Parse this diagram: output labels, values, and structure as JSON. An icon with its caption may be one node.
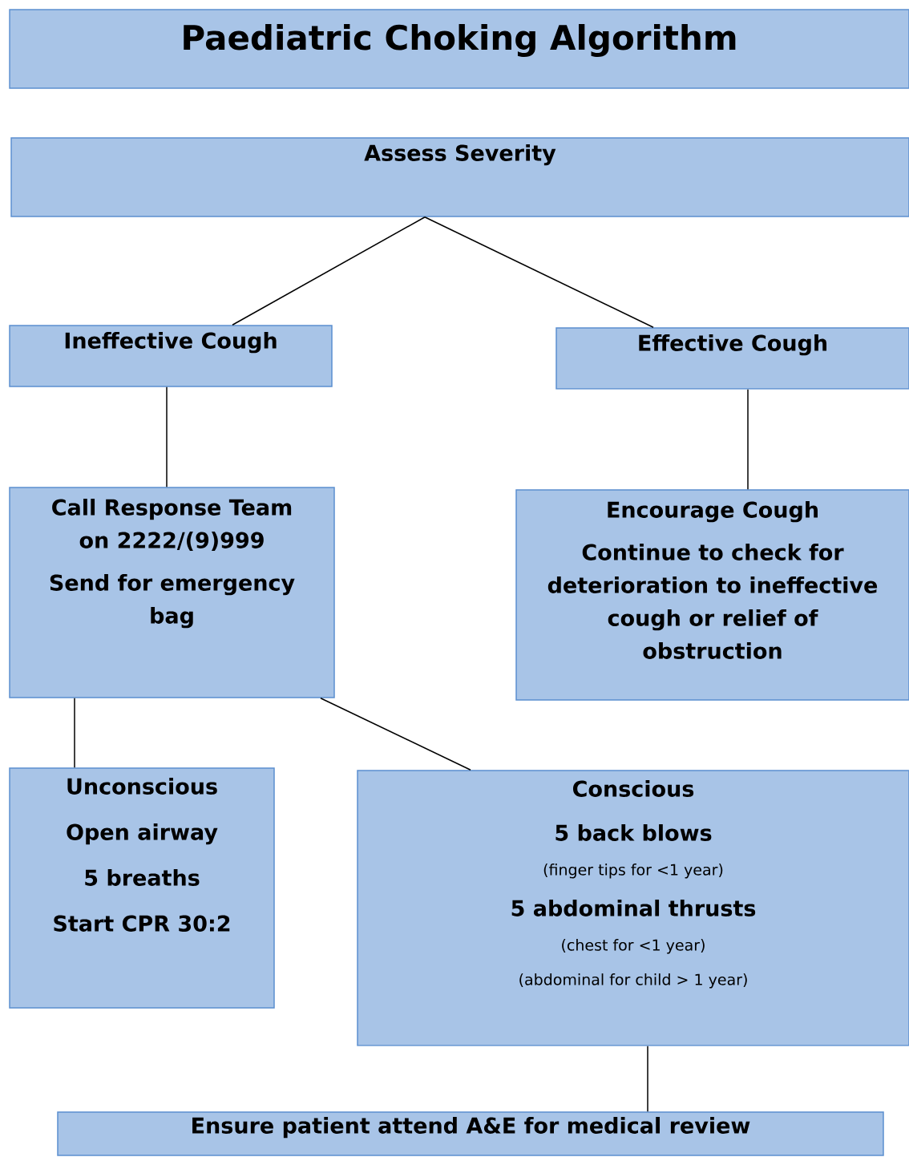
{
  "diagram": {
    "nodes": [
      {
        "text": [
          "Paediatric Choking Algorithm"
        ]
      },
      {
        "text": [
          "Assess Severity"
        ]
      },
      {
        "text": [
          "Ineffective Cough"
        ]
      },
      {
        "text": [
          "Effective Cough"
        ]
      },
      {
        "text": [
          "Call Response Team on 2222/(9)999",
          "Send for emergency bag"
        ]
      },
      {
        "text": [
          "Encourage Cough",
          "Continue to check for deterioration to ineffective cough or relief of obstruction"
        ]
      },
      {
        "text": [
          "Unconscious",
          "Open airway",
          "5 breaths",
          "Start CPR 30:2"
        ]
      },
      {
        "text": [
          "Conscious",
          "5 back blows",
          "(finger tips for <1 year)",
          "5 abdominal thrusts",
          "(chest for <1 year)",
          "(abdominal for child > 1 year)"
        ]
      },
      {
        "text": [
          "Ensure patient attend A&E for medical review"
        ]
      }
    ],
    "edges": [
      {
        "from": 1,
        "to": 2,
        "arrow": "none"
      },
      {
        "from": 1,
        "to": 3,
        "arrow": "none"
      },
      {
        "from": 2,
        "to": 4,
        "arrow": "none"
      },
      {
        "from": 3,
        "to": 5,
        "arrow": "none"
      },
      {
        "from": 4,
        "to": 6,
        "arrow": "none"
      },
      {
        "from": 4,
        "to": 7,
        "arrow": "none"
      },
      {
        "from": 7,
        "to": 8,
        "arrow": "none"
      }
    ]
  }
}
